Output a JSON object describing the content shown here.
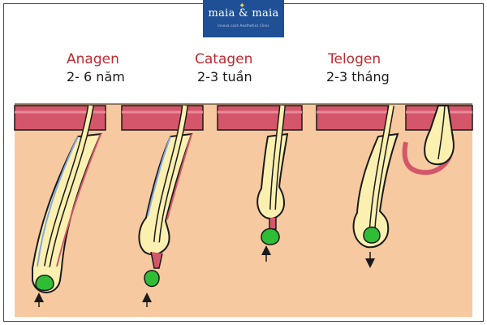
{
  "logo": {
    "name": "maia & maia",
    "tagline": "innova cosh Aesthetics Clinic"
  },
  "phases": [
    {
      "name": "Anagen",
      "duration": "2- 6 năm"
    },
    {
      "name": "Catagen",
      "duration": "2-3 tuần"
    },
    {
      "name": "Telogen",
      "duration": "2-3 tháng"
    }
  ],
  "colors": {
    "brand": "#1f4f95",
    "phase_label": "#c0292f",
    "skin": "#f7c9a0",
    "epidermis": "#d4566a",
    "follicle": "#fbf0b0",
    "outline": "#1a1a1a",
    "bulb": "#2ebd35",
    "sheath": "#86a8e0"
  }
}
